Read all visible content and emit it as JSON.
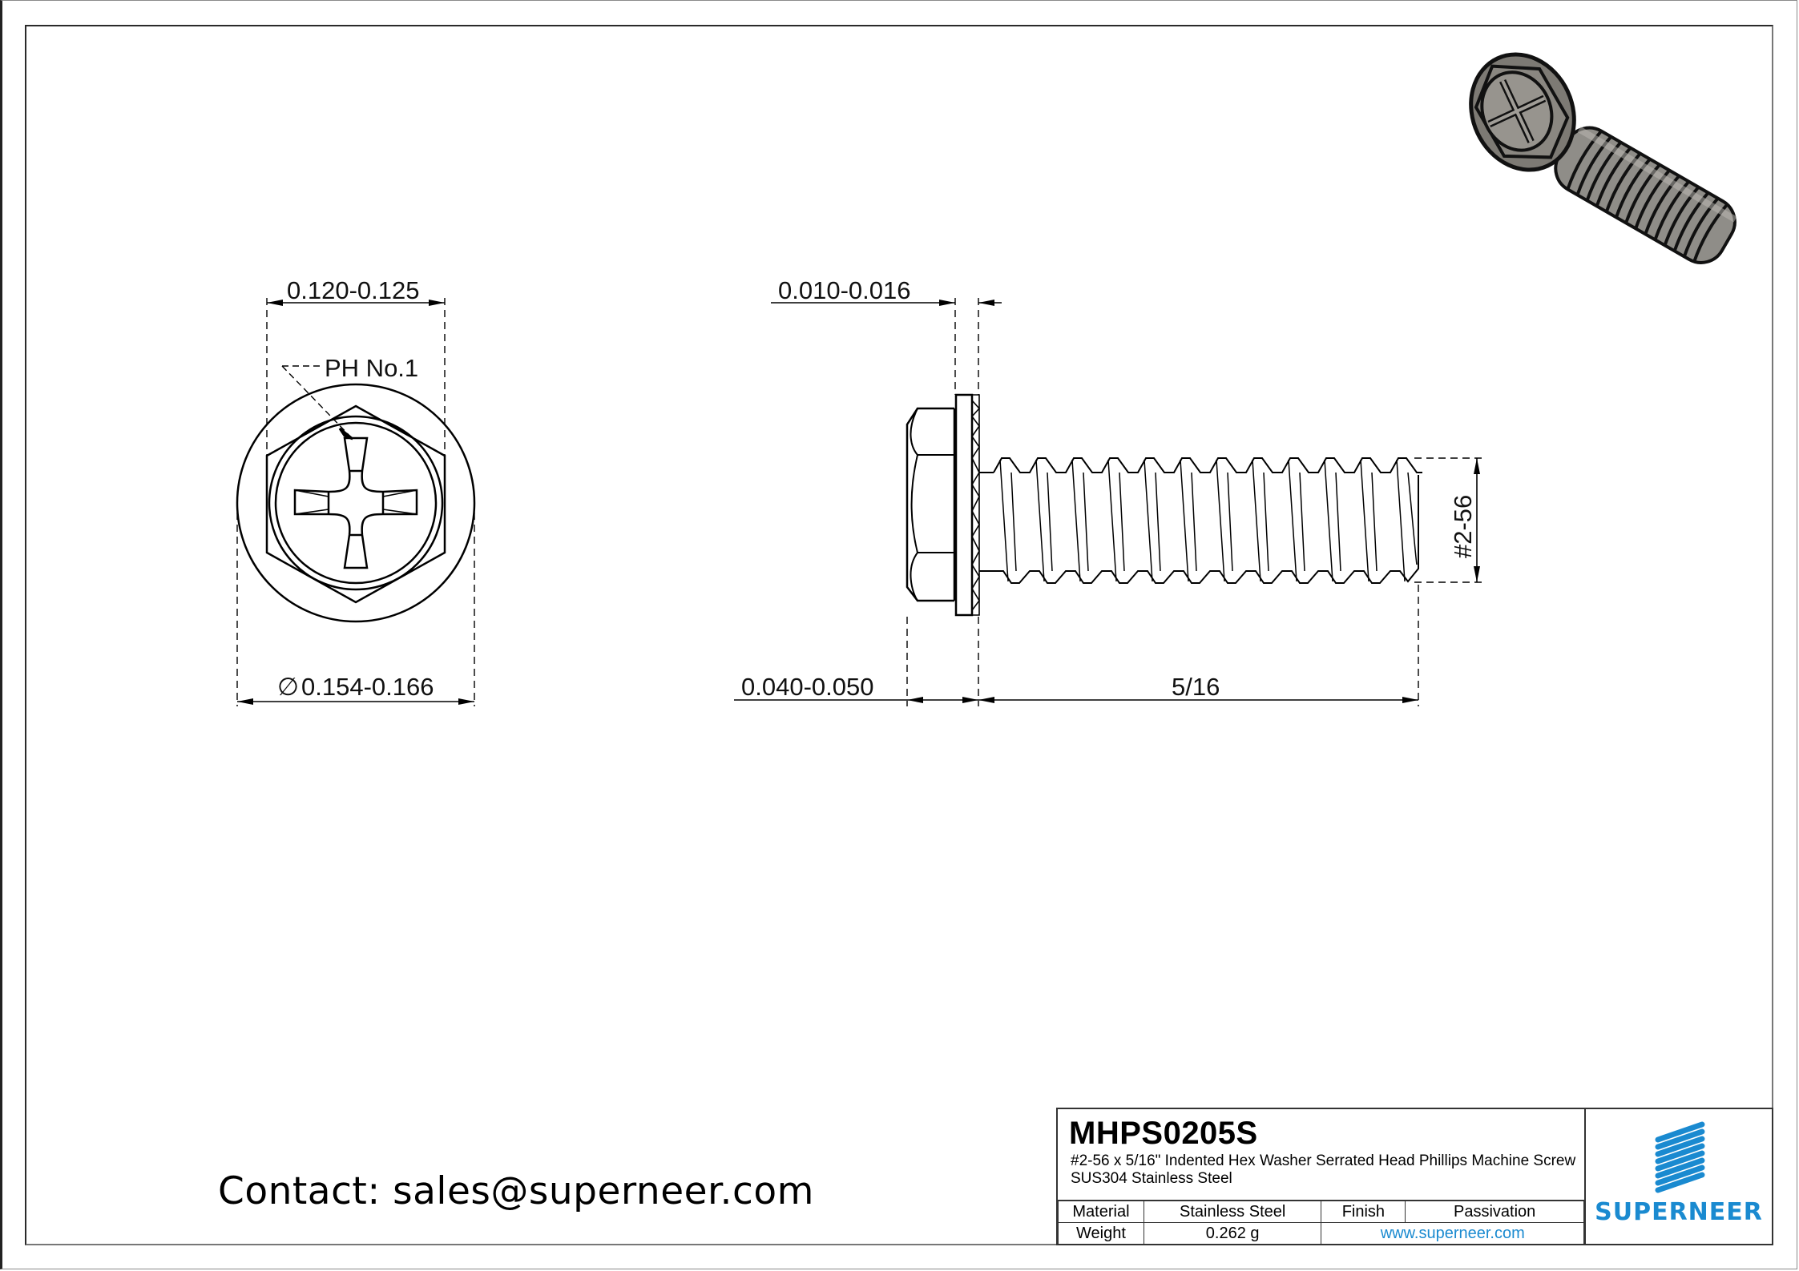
{
  "drawing": {
    "front_view": {
      "dims": {
        "top_width": "0.120-0.125",
        "drive_callout": "PH No.1",
        "outer_diameter_symbol": "∅",
        "outer_diameter": "0.154-0.166"
      }
    },
    "side_view": {
      "dims": {
        "serration_thickness": "0.010-0.016",
        "head_height": "0.040-0.050",
        "length": "5/16",
        "thread_size": "#2-56"
      }
    },
    "isometric_view": {
      "label": "3D isometric render of screw"
    }
  },
  "contact": {
    "text": "Contact: sales@superneer.com"
  },
  "title_block": {
    "part_number": "MHPS0205S",
    "description": "#2-56 x 5/16\" Indented Hex Washer Serrated Head Phillips Machine Screw SUS304 Stainless Steel",
    "rows": [
      {
        "label1": "Material",
        "value1": "Stainless Steel",
        "label2": "Finish",
        "value2": "Passivation"
      },
      {
        "label1": "Weight",
        "value1": "0.262 g",
        "link": "www.superneer.com"
      }
    ],
    "brand": "SUPERNEER",
    "brand_color": "#1a8ad0"
  }
}
